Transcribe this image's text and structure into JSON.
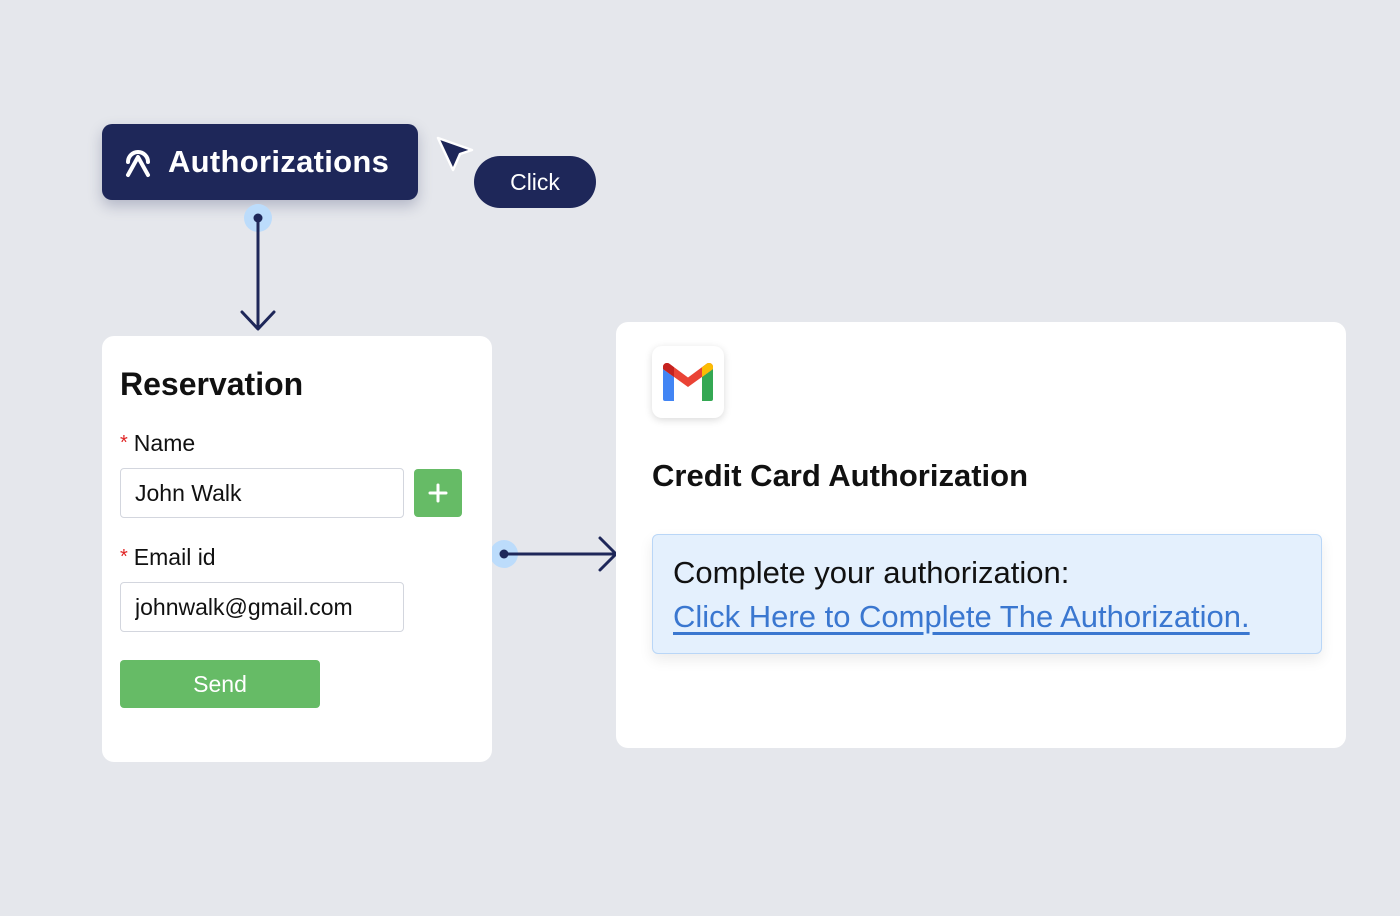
{
  "trigger": {
    "label": "Authorizations",
    "icon": "authorizations-logo-icon",
    "color": "#1e2759"
  },
  "cursor_hint": {
    "icon": "mouse-pointer-icon",
    "label": "Click"
  },
  "reservation_form": {
    "title": "Reservation",
    "fields": [
      {
        "label": "Name",
        "required": true,
        "value": "John Walk",
        "has_add_button": true
      },
      {
        "label": "Email id",
        "required": true,
        "value": "johnwalk@gmail.com"
      }
    ],
    "required_marker": "*",
    "add_button_icon": "plus-icon",
    "send_label": "Send",
    "button_color": "#66bb66"
  },
  "email": {
    "app_icon": "gmail-icon",
    "title": "Credit Card Authorization",
    "message": "Complete your authorization:",
    "link_text": "Click Here to Complete The Authorization.",
    "link_color": "#3a77d0",
    "notice_bg": "#e4f0fd"
  },
  "connectors": [
    {
      "from": "trigger",
      "to": "reservation_form",
      "direction": "down"
    },
    {
      "from": "reservation_form",
      "to": "email",
      "direction": "right"
    }
  ]
}
